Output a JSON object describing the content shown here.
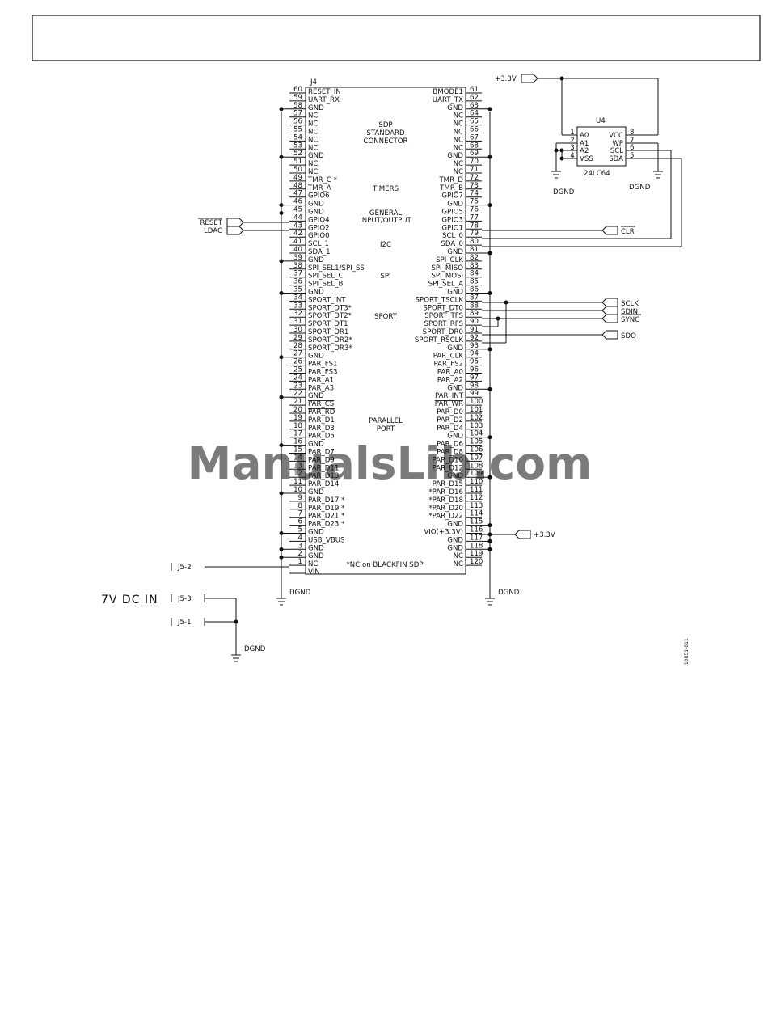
{
  "connector": {
    "ref": "J4",
    "left_pins": [
      {
        "num": "60",
        "label": "RESET_IN",
        "over": false
      },
      {
        "num": "59",
        "label": "UART_RX",
        "over": false
      },
      {
        "num": "58",
        "label": "GND",
        "over": false
      },
      {
        "num": "57",
        "label": "NC",
        "over": false
      },
      {
        "num": "56",
        "label": "NC",
        "over": false
      },
      {
        "num": "55",
        "label": "NC",
        "over": false
      },
      {
        "num": "54",
        "label": "NC",
        "over": false
      },
      {
        "num": "53",
        "label": "NC",
        "over": false
      },
      {
        "num": "52",
        "label": "GND",
        "over": false
      },
      {
        "num": "51",
        "label": "NC",
        "over": false
      },
      {
        "num": "50",
        "label": "NC",
        "over": false
      },
      {
        "num": "49",
        "label": "TMR_C *",
        "over": false
      },
      {
        "num": "48",
        "label": "TMR_A",
        "over": false
      },
      {
        "num": "47",
        "label": "GPIO6",
        "over": false
      },
      {
        "num": "46",
        "label": "GND",
        "over": false
      },
      {
        "num": "45",
        "label": "GND",
        "over": false
      },
      {
        "num": "44",
        "label": "GPIO4",
        "over": false
      },
      {
        "num": "43",
        "label": "GPIO2",
        "over": false
      },
      {
        "num": "42",
        "label": "GPIO0",
        "over": false
      },
      {
        "num": "41",
        "label": "SCL_1",
        "over": false
      },
      {
        "num": "40",
        "label": "SDA_1",
        "over": false
      },
      {
        "num": "39",
        "label": "GND",
        "over": false
      },
      {
        "num": "38",
        "label": "SPI_SEL1/SPI_SS",
        "over": false
      },
      {
        "num": "37",
        "label": "SPI_SEL_C",
        "over": false
      },
      {
        "num": "36",
        "label": "SPI_SEL_B",
        "over": false
      },
      {
        "num": "35",
        "label": "GND",
        "over": false
      },
      {
        "num": "34",
        "label": "SPORT_INT",
        "over": false
      },
      {
        "num": "33",
        "label": "SPORT_DT3*",
        "over": false
      },
      {
        "num": "32",
        "label": "SPORT_DT2*",
        "over": false
      },
      {
        "num": "31",
        "label": "SPORT_DT1",
        "over": false
      },
      {
        "num": "30",
        "label": "SPORT_DR1",
        "over": false
      },
      {
        "num": "29",
        "label": "SPORT_DR2*",
        "over": false
      },
      {
        "num": "28",
        "label": "SPORT_DR3*",
        "over": false
      },
      {
        "num": "27",
        "label": "GND",
        "over": false
      },
      {
        "num": "26",
        "label": "PAR_FS1",
        "over": false
      },
      {
        "num": "25",
        "label": "PAR_FS3",
        "over": false
      },
      {
        "num": "24",
        "label": "PAR_A1",
        "over": false
      },
      {
        "num": "23",
        "label": "PAR_A3",
        "over": false
      },
      {
        "num": "22",
        "label": "GND",
        "over": false
      },
      {
        "num": "21",
        "label": "PAR_CS",
        "over": true
      },
      {
        "num": "20",
        "label": "PAR_RD",
        "over": true
      },
      {
        "num": "19",
        "label": "PAR_D1",
        "over": false
      },
      {
        "num": "18",
        "label": "PAR_D3",
        "over": false
      },
      {
        "num": "17",
        "label": "PAR_D5",
        "over": false
      },
      {
        "num": "16",
        "label": "GND",
        "over": false
      },
      {
        "num": "15",
        "label": "PAR_D7",
        "over": false
      },
      {
        "num": "14",
        "label": "PAR_D9",
        "over": false
      },
      {
        "num": "13",
        "label": "PAR_D11",
        "over": false
      },
      {
        "num": "12",
        "label": "PAR_D13",
        "over": false
      },
      {
        "num": "11",
        "label": "PAR_D14",
        "over": false
      },
      {
        "num": "10",
        "label": "GND",
        "over": false
      },
      {
        "num": "9",
        "label": "PAR_D17 *",
        "over": false
      },
      {
        "num": "8",
        "label": "PAR_D19 *",
        "over": false
      },
      {
        "num": "7",
        "label": "PAR_D21 *",
        "over": false
      },
      {
        "num": "6",
        "label": "PAR_D23 *",
        "over": false
      },
      {
        "num": "5",
        "label": "GND",
        "over": false
      },
      {
        "num": "4",
        "label": "USB_VBUS",
        "over": false
      },
      {
        "num": "3",
        "label": "GND",
        "over": false
      },
      {
        "num": "2",
        "label": "GND",
        "over": false
      },
      {
        "num": "1",
        "label": "NC",
        "over": false
      },
      {
        "num": "",
        "label": "VIN",
        "over": false
      }
    ],
    "right_pins": [
      {
        "num": "61",
        "label": "BMODE1",
        "over": false
      },
      {
        "num": "62",
        "label": "UART_TX",
        "over": false
      },
      {
        "num": "63",
        "label": "GND",
        "over": false
      },
      {
        "num": "64",
        "label": "NC",
        "over": false
      },
      {
        "num": "65",
        "label": "NC",
        "over": false
      },
      {
        "num": "66",
        "label": "NC",
        "over": false
      },
      {
        "num": "67",
        "label": "NC",
        "over": false
      },
      {
        "num": "68",
        "label": "NC",
        "over": false
      },
      {
        "num": "69",
        "label": "GND",
        "over": false
      },
      {
        "num": "70",
        "label": "NC",
        "over": false
      },
      {
        "num": "71",
        "label": "NC",
        "over": false
      },
      {
        "num": "72",
        "label": "TMR_D",
        "over": false
      },
      {
        "num": "73",
        "label": "TMR_B",
        "over": false
      },
      {
        "num": "74",
        "label": "GPIO7",
        "over": false
      },
      {
        "num": "75",
        "label": "GND",
        "over": false
      },
      {
        "num": "76",
        "label": "GPIO5",
        "over": false
      },
      {
        "num": "77",
        "label": "GPIO3",
        "over": false
      },
      {
        "num": "78",
        "label": "GPIO1",
        "over": false
      },
      {
        "num": "79",
        "label": "SCL_0",
        "over": false
      },
      {
        "num": "80",
        "label": "SDA_0",
        "over": false
      },
      {
        "num": "81",
        "label": "GND",
        "over": false
      },
      {
        "num": "82",
        "label": "SPI_CLK",
        "over": false
      },
      {
        "num": "83",
        "label": "SPI_MISO",
        "over": false
      },
      {
        "num": "84",
        "label": "SPI_MOSI",
        "over": false
      },
      {
        "num": "85",
        "label": "SPI_SEL_A",
        "over": false
      },
      {
        "num": "86",
        "label": "GND",
        "over": false
      },
      {
        "num": "87",
        "label": "SPORT_TSCLK",
        "over": false
      },
      {
        "num": "88",
        "label": "SPORT_DT0",
        "over": false
      },
      {
        "num": "89",
        "label": "SPORT_TFS",
        "over": false
      },
      {
        "num": "90",
        "label": "SPORT_RFS",
        "over": false
      },
      {
        "num": "91",
        "label": "SPORT_DR0",
        "over": false
      },
      {
        "num": "92",
        "label": "SPORT_RSCLK",
        "over": false
      },
      {
        "num": "93",
        "label": "GND",
        "over": false
      },
      {
        "num": "94",
        "label": "PAR_CLK",
        "over": false
      },
      {
        "num": "95",
        "label": "PAR_FS2",
        "over": false
      },
      {
        "num": "96",
        "label": "PAR_A0",
        "over": false
      },
      {
        "num": "97",
        "label": "PAR_A2",
        "over": false
      },
      {
        "num": "98",
        "label": "GND",
        "over": false
      },
      {
        "num": "99",
        "label": "PAR_INT",
        "over": false
      },
      {
        "num": "100",
        "label": "PAR_WR",
        "over": true
      },
      {
        "num": "101",
        "label": "PAR_D0",
        "over": false
      },
      {
        "num": "102",
        "label": "PAR_D2",
        "over": false
      },
      {
        "num": "103",
        "label": "PAR_D4",
        "over": false
      },
      {
        "num": "104",
        "label": "GND",
        "over": false
      },
      {
        "num": "105",
        "label": "PAR_D6",
        "over": false
      },
      {
        "num": "106",
        "label": "PAR_D8",
        "over": false
      },
      {
        "num": "107",
        "label": "PAR_D10",
        "over": false
      },
      {
        "num": "108",
        "label": "PAR_D12",
        "over": false
      },
      {
        "num": "109",
        "label": "GND",
        "over": false
      },
      {
        "num": "110",
        "label": "PAR_D15",
        "over": false
      },
      {
        "num": "111",
        "label": "*PAR_D16",
        "over": false
      },
      {
        "num": "112",
        "label": "*PAR_D18",
        "over": false
      },
      {
        "num": "113",
        "label": "*PAR_D20",
        "over": false
      },
      {
        "num": "114",
        "label": "*PAR_D22",
        "over": false
      },
      {
        "num": "115",
        "label": "GND",
        "over": false
      },
      {
        "num": "116",
        "label": "VIO(+3.3V)",
        "over": false
      },
      {
        "num": "117",
        "label": "GND",
        "over": false
      },
      {
        "num": "118",
        "label": "GND",
        "over": false
      },
      {
        "num": "119",
        "label": "NC",
        "over": false
      },
      {
        "num": "120",
        "label": "NC",
        "over": false
      }
    ],
    "blocks": {
      "sdp": [
        "SDP",
        "STANDARD",
        "CONNECTOR"
      ],
      "timers": "TIMERS",
      "gpio": [
        "GENERAL",
        "INPUT/OUTPUT"
      ],
      "i2c": "I2C",
      "spi": "SPI",
      "sport": "SPORT",
      "parallel": [
        "PARALLEL",
        "PORT"
      ]
    },
    "footnote": "*NC on BLACKFIN SDP"
  },
  "eeprom": {
    "ref": "U4",
    "part": "24LC64",
    "left_pins": [
      {
        "num": "1",
        "label": "A0"
      },
      {
        "num": "2",
        "label": "A1"
      },
      {
        "num": "3",
        "label": "A2"
      },
      {
        "num": "4",
        "label": "VSS"
      }
    ],
    "right_pins": [
      {
        "num": "8",
        "label": "VCC"
      },
      {
        "num": "7",
        "label": "WP"
      },
      {
        "num": "6",
        "label": "SCL"
      },
      {
        "num": "5",
        "label": "SDA"
      }
    ],
    "supply": "+3.3V",
    "gnd_left": "DGND",
    "gnd_right": "DGND"
  },
  "nets": {
    "reset": "RESET",
    "ldac": "LDAC",
    "clr": "CLR",
    "sclk": "SCLK",
    "sdin": "SDIN",
    "sync": "SYNC",
    "sdo": "SDO",
    "vio": "+3.3V",
    "j5_2": "J5-2",
    "j5_3": "J5-3",
    "j5_1": "J5-1",
    "dc_in": "7V DC IN",
    "dgnd_left": "DGND",
    "dgnd_right": "DGND",
    "dgnd_bottom": "DGND"
  },
  "figure_id": "10851-011",
  "watermark": "ManualsLib.com"
}
